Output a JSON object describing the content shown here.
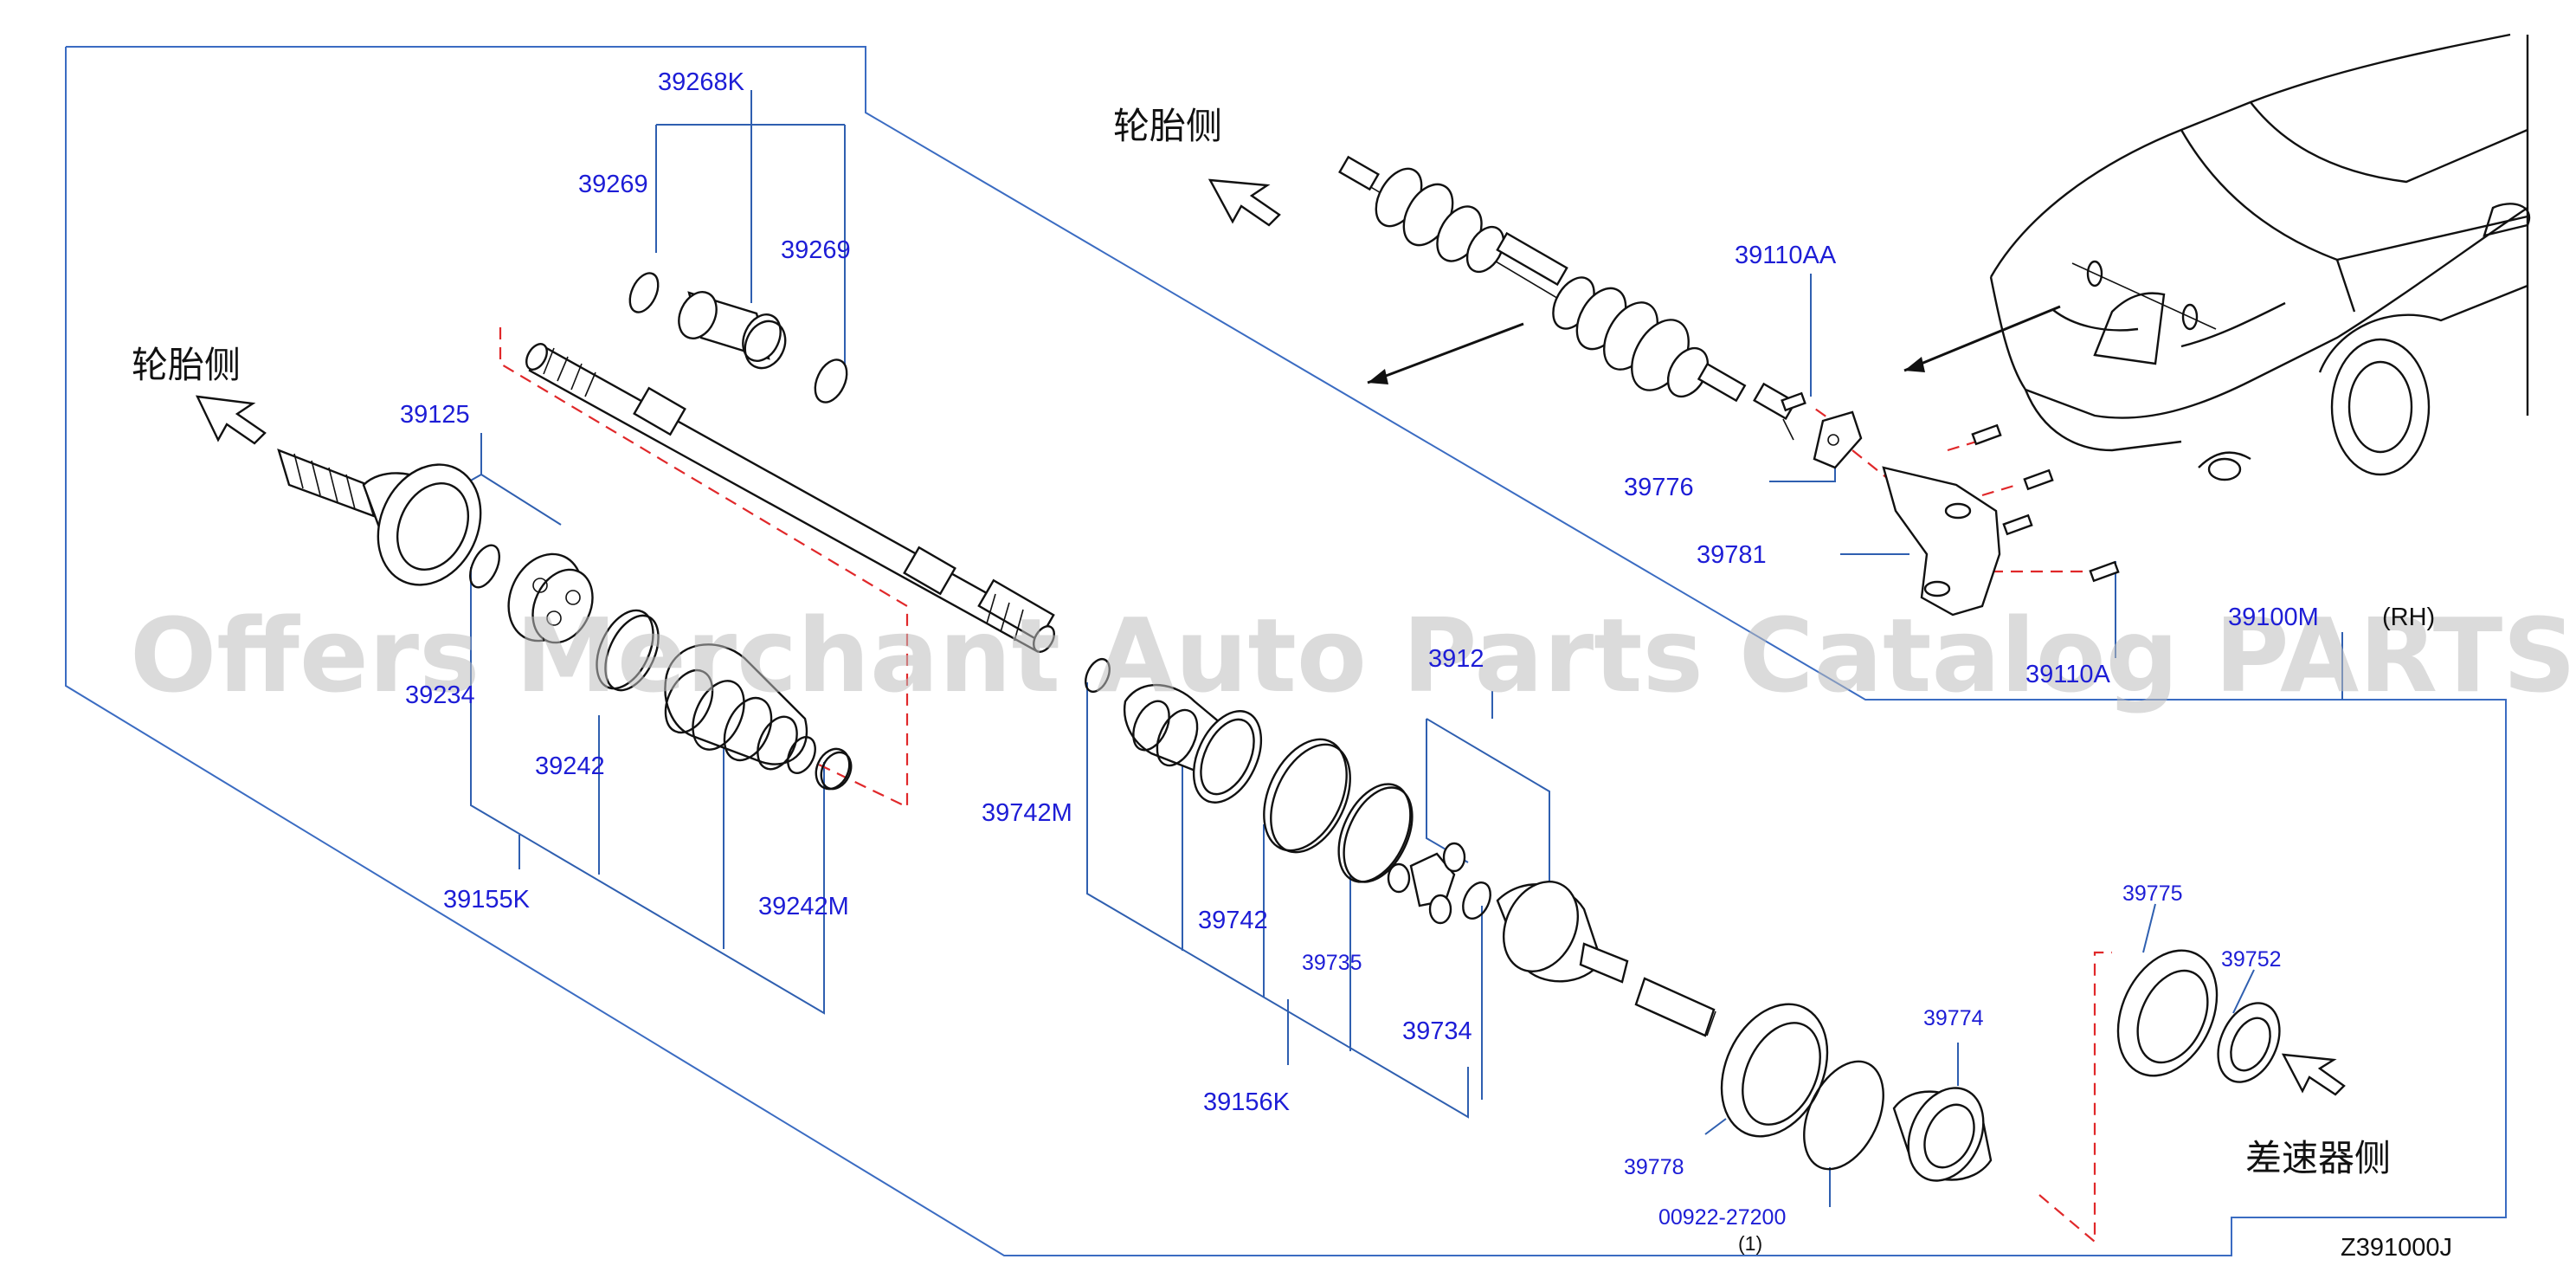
{
  "diagram_code": "Z391000J",
  "assembly_label": "39100M",
  "assembly_side": "(RH)",
  "side_labels": {
    "tire_side_top": "轮胎侧",
    "tire_side_left": "轮胎侧",
    "differential_side": "差速器侧"
  },
  "watermark": "Offers Merchant Auto Parts Catalog PARTSTORE.SA",
  "parts": {
    "p39268K": "39268K",
    "p39269_left": "39269",
    "p39269_right": "39269",
    "p39125": "39125",
    "p39234": "39234",
    "p39242": "39242",
    "p39155K": "39155K",
    "p39242M": "39242M",
    "p39742M": "39742M",
    "p39742": "39742",
    "p39735": "39735",
    "p39156K": "39156K",
    "p39734": "39734",
    "p39126_partial": "3912",
    "p39110AA_top": "39110AA",
    "p39110AA_bottom_partial": "39110A",
    "p39776": "39776",
    "p39781": "39781",
    "p39775": "39775",
    "p39752": "39752",
    "p39774": "39774",
    "p39778": "39778",
    "p00922_27200": "00922-27200",
    "qty_note": "(1)"
  },
  "colors": {
    "part_number": "#1d1dd6",
    "leader": "#2f5fb0",
    "phantom": "#e0282a",
    "drawing": "#111111"
  }
}
